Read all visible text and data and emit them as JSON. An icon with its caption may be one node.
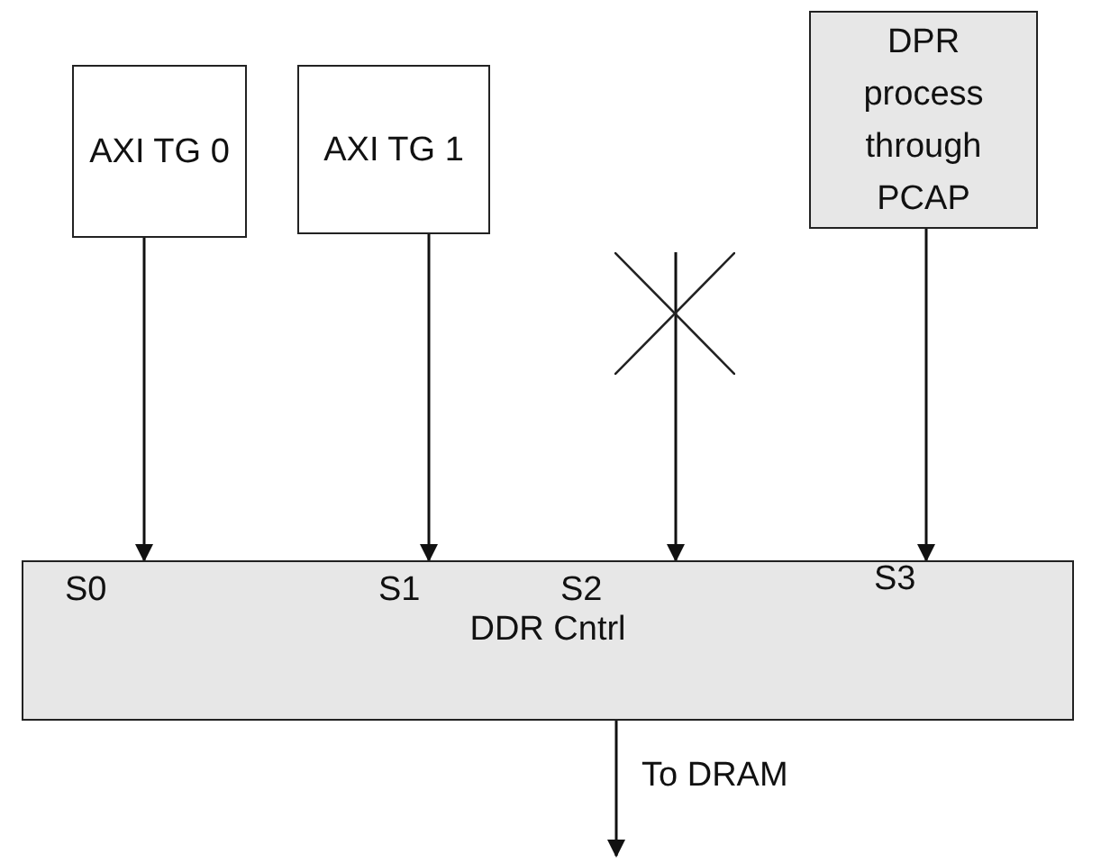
{
  "diagram": {
    "nodes": [
      {
        "text": [
          "AXI TG 0"
        ]
      },
      {
        "text": [
          "AXI TG 1"
        ]
      },
      {
        "text": [],
        "shape": "cross"
      },
      {
        "text": [
          "DPR process through PCAP"
        ]
      },
      {
        "text": [
          "S0",
          "S1",
          "S2",
          "S3",
          "DDR Cntrl"
        ]
      }
    ],
    "edges": [
      {
        "from": 0,
        "to": 4,
        "arrow": "to"
      },
      {
        "from": 1,
        "to": 4,
        "arrow": "to"
      },
      {
        "from": 2,
        "to": 4,
        "arrow": "to"
      },
      {
        "from": 3,
        "to": 4,
        "arrow": "to"
      },
      {
        "from": 4,
        "to": null,
        "arrow": "to",
        "label": "To DRAM"
      }
    ]
  }
}
